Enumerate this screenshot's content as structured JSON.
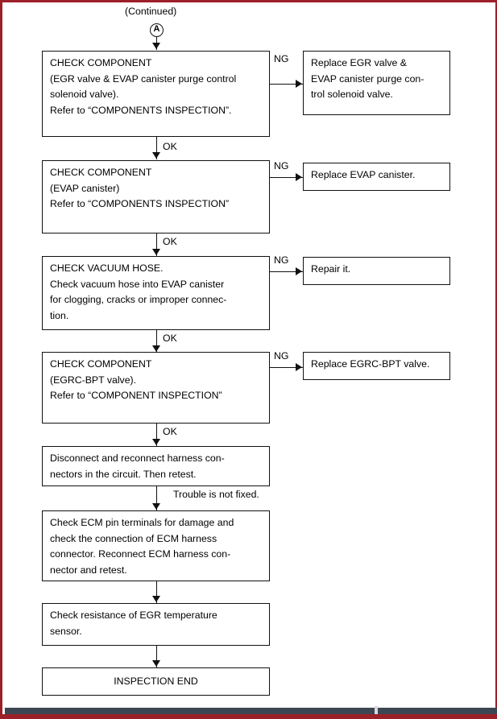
{
  "page": {
    "border_color": "#9c2029",
    "bottom_bar_color": "#3c4552",
    "line_color": "#111111"
  },
  "header": {
    "continued_label": "(Continued)",
    "connector_label": "A"
  },
  "edge_labels": {
    "ng": "NG",
    "ok": "OK",
    "trouble_not_fixed": "Trouble is not fixed."
  },
  "chart_data": {
    "type": "diagram",
    "title": "EGR / EVAP diagnostic trouble-shooting flowchart",
    "main_steps": [
      {
        "id": "step-1",
        "text": "CHECK COMPONENT\n(EGR valve & EVAP canister purge control solenoid valve).\nRefer to “COMPONENTS INSPECTION”.",
        "ng_label": "NG",
        "ng_target": "Replace EGR valve & EVAP canister purge control solenoid valve.",
        "ok_label": "OK"
      },
      {
        "id": "step-2",
        "text": "CHECK COMPONENT\n(EVAP canister)\nRefer to “COMPONENTS INSPECTION”",
        "ng_label": "NG",
        "ng_target": "Replace EVAP canister.",
        "ok_label": "OK"
      },
      {
        "id": "step-3",
        "text": "CHECK VACUUM HOSE.\nCheck vacuum hose into EVAP canister for clogging, cracks or improper connection.",
        "ng_label": "NG",
        "ng_target": "Repair it.",
        "ok_label": "OK"
      },
      {
        "id": "step-4",
        "text": "CHECK COMPONENT\n(EGRC-BPT valve).\nRefer to “COMPONENT INSPECTION”",
        "ng_label": "NG",
        "ng_target": "Replace EGRC-BPT valve.",
        "ok_label": "OK"
      },
      {
        "id": "step-5",
        "text": "Disconnect and reconnect harness connectors in the circuit. Then retest.",
        "ng_label": "",
        "ng_target": "",
        "ok_label": "Trouble is not fixed."
      },
      {
        "id": "step-6",
        "text": "Check ECM pin terminals for damage and check the connection of ECM harness connector. Reconnect ECM harness connector and retest.",
        "ng_label": "",
        "ng_target": "",
        "ok_label": ""
      },
      {
        "id": "step-7",
        "text": "Check resistance of EGR temperature sensor.",
        "ng_label": "",
        "ng_target": "",
        "ok_label": ""
      },
      {
        "id": "step-8",
        "text": "INSPECTION END",
        "ng_label": "",
        "ng_target": "",
        "ok_label": ""
      }
    ]
  },
  "boxes": {
    "main_1": "CHECK COMPONENT\n(EGR valve & EVAP canister purge control\nsolenoid valve).\nRefer to “COMPONENTS INSPECTION”.",
    "main_2": "CHECK COMPONENT\n(EVAP canister)\nRefer to “COMPONENTS INSPECTION”",
    "main_3": "CHECK VACUUM HOSE.\nCheck vacuum hose into EVAP canister\nfor clogging, cracks or improper connec-\ntion.",
    "main_4": "CHECK COMPONENT\n(EGRC-BPT valve).\nRefer to “COMPONENT INSPECTION”",
    "main_5": "Disconnect and reconnect harness con-\nnectors in the circuit. Then retest.",
    "main_6": "Check ECM pin terminals for damage and\ncheck the connection of ECM harness\nconnector. Reconnect ECM harness con-\nnector and retest.",
    "main_7": "Check resistance of EGR temperature\nsensor.",
    "main_8": "INSPECTION END",
    "side_1": "Replace EGR valve &\nEVAP canister purge con-\ntrol solenoid valve.",
    "side_2": "Replace EVAP canister.",
    "side_3": "Repair it.",
    "side_4": "Replace EGRC-BPT valve."
  }
}
